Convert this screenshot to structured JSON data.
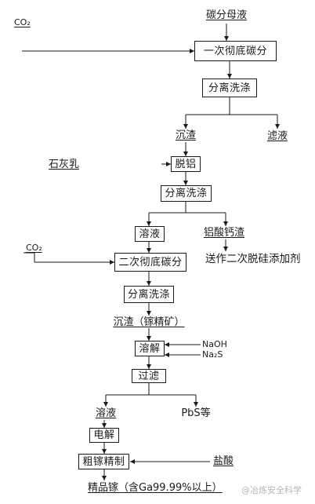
{
  "nodes": {
    "mother_liquor": "碳分母液",
    "co2_top": "CO₂",
    "first_carbonation": "一次彻底碳分",
    "separation_wash_1": "分离洗涤",
    "sediment_1": "沉渣",
    "filtrate_1": "滤液",
    "lime_milk": "石灰乳",
    "dealumination": "脱铝",
    "separation_wash_2": "分离洗涤",
    "solution_1": "溶液",
    "calcium_aluminate_slag": "铝酸钙渣",
    "desilication_additive": "送作二次脱硅添加剂",
    "co2_mid": "CO₂",
    "second_carbonation": "二次彻底碳分",
    "separation_wash_3": "分离洗涤",
    "gallium_concentrate": "沉渣（镓精矿）",
    "dissolution": "溶解",
    "naoh": "NaOH",
    "na2s": "Na₂S",
    "filtration": "过滤",
    "solution_2": "溶液",
    "pbs": "PbS等",
    "electrolysis": "电解",
    "crude_gallium_refining": "粗镓精制",
    "hydrochloric_acid": "盐酸",
    "refined_gallium": "精品镓（含Ga99.99%以上）"
  },
  "watermark": "@冶炼安全科学"
}
